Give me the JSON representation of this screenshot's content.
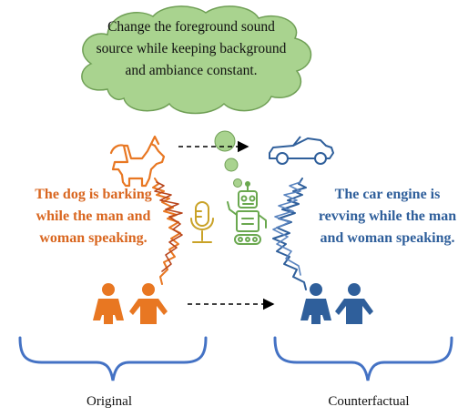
{
  "instruction": "Change the foreground sound source while keeping background and ambiance constant.",
  "original": {
    "caption": "The dog is barking while the man and woman speaking.",
    "label": "Original"
  },
  "counterfactual": {
    "caption": "The car engine is revving while the man and woman speaking.",
    "label": "Counterfactual"
  },
  "colors": {
    "cloud_fill": "#a9d38f",
    "cloud_stroke": "#6f9f55",
    "original": "#e87722",
    "original_dark": "#b8451c",
    "counterfactual": "#2f5f9b",
    "robot": "#6aa84f",
    "mic": "#c9a227",
    "brace": "#4472c4"
  },
  "icons": {
    "dog": "dog-icon",
    "car": "car-icon",
    "people_original": "people-icon",
    "people_counterfactual": "people-icon",
    "microphone": "microphone-icon",
    "robot": "robot-icon"
  }
}
